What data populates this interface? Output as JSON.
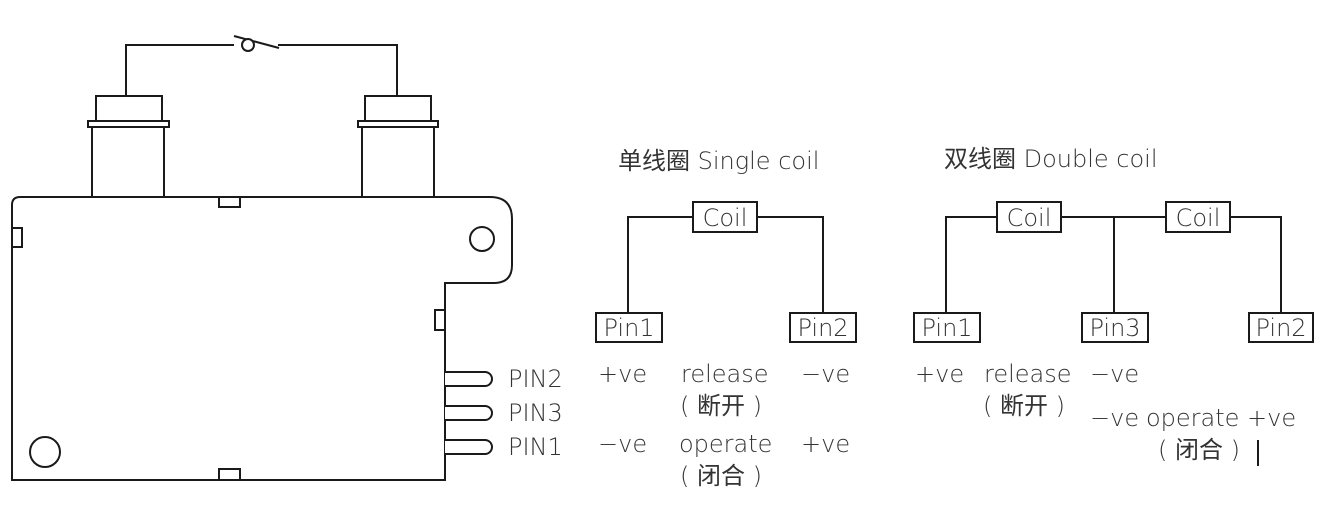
{
  "colors": {
    "stroke": "#1a1a1a",
    "text": "#333333",
    "background": "#ffffff"
  },
  "device": {
    "pins": [
      "PIN2",
      "PIN3",
      "PIN1"
    ]
  },
  "single_coil": {
    "title": "单线圈 Single coil",
    "coil_label": "Coil",
    "pin_left": "Pin1",
    "pin_right": "Pin2",
    "release": {
      "left": "+ve",
      "word": "release",
      "chinese": "( 断开 )",
      "right": "−ve"
    },
    "operate": {
      "left": "−ve",
      "word": "operate",
      "chinese": "( 闭合 )",
      "right": "+ve"
    }
  },
  "double_coil": {
    "title": "双线圈 Double coil",
    "coil1_label": "Coil",
    "coil2_label": "Coil",
    "pin_left": "Pin1",
    "pin_mid": "Pin3",
    "pin_right": "Pin2",
    "release": {
      "left": "+ve",
      "word": "release",
      "chinese": "( 断开 )",
      "right": "−ve"
    },
    "operate": {
      "left": "−ve",
      "word": "operate",
      "right": "+ve",
      "chinese": "( 闭合 )"
    }
  }
}
